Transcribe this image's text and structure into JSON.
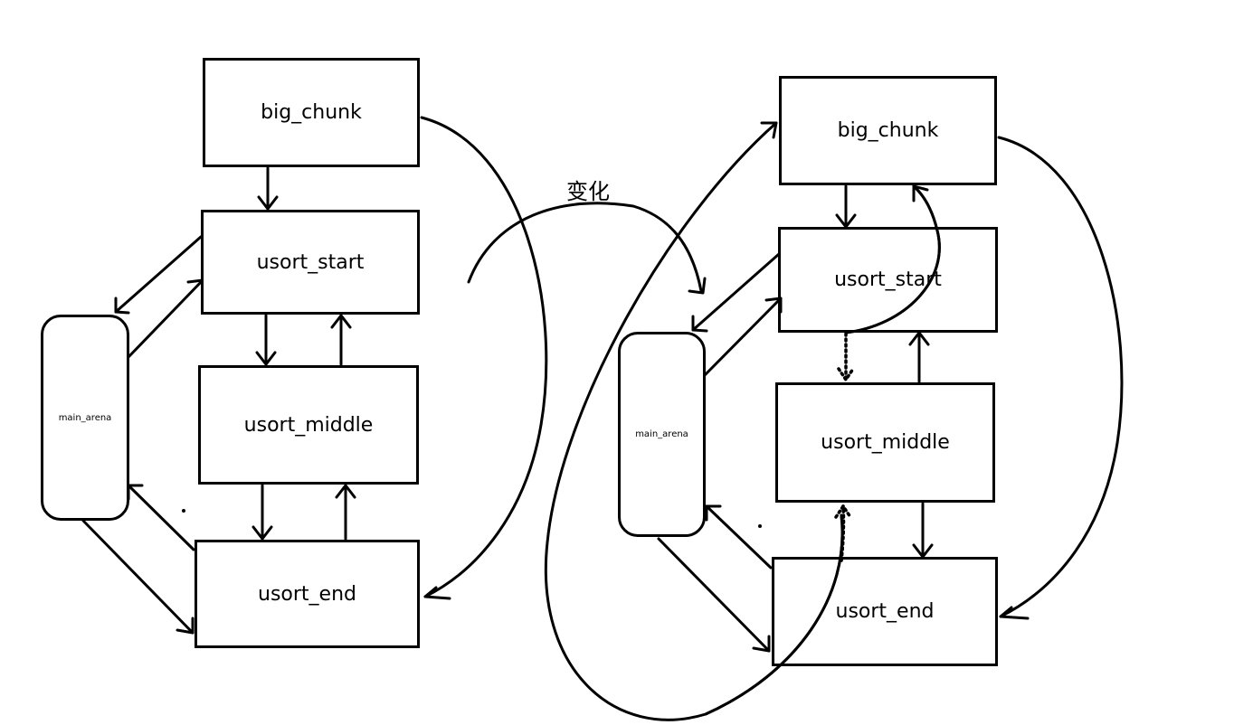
{
  "caption": "变化",
  "left_diagram": {
    "big_chunk": "big_chunk",
    "usort_start": "usort_start",
    "usort_middle": "usort_middle",
    "usort_end": "usort_end",
    "main_arena": "main_arena"
  },
  "right_diagram": {
    "big_chunk": "big_chunk",
    "usort_start": "usort_start",
    "usort_middle": "usort_middle",
    "usort_end": "usort_end",
    "main_arena": "main_arena"
  }
}
